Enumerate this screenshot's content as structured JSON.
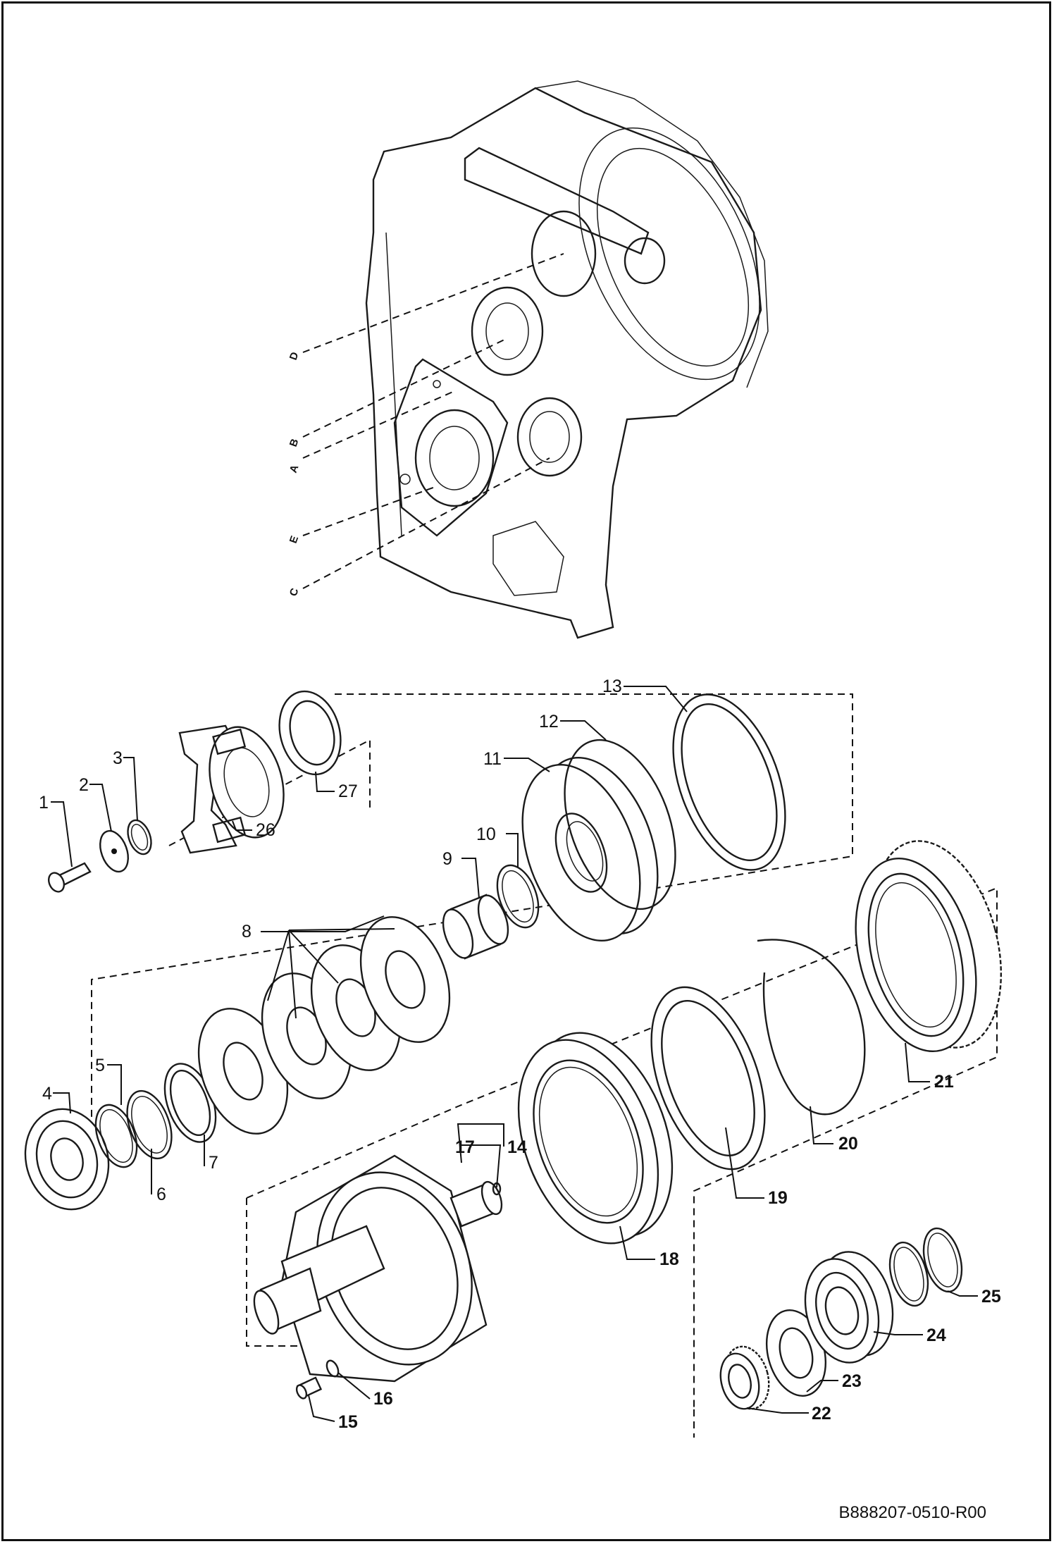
{
  "drawing_code": "B888207-0510-R00",
  "housing_letters": [
    "D",
    "B",
    "A",
    "E",
    "C"
  ],
  "callouts": {
    "c1": "1",
    "c2": "2",
    "c3": "3",
    "c4": "4",
    "c5": "5",
    "c6": "6",
    "c7": "7",
    "c8": "8",
    "c9": "9",
    "c10": "10",
    "c11": "11",
    "c12": "12",
    "c13": "13",
    "c14": "14",
    "c15": "15",
    "c16": "16",
    "c17": "17",
    "c18": "18",
    "c19": "19",
    "c20": "20",
    "c21": "21",
    "c22": "22",
    "c23": "23",
    "c24": "24",
    "c25": "25",
    "c26": "26",
    "c27": "27"
  }
}
